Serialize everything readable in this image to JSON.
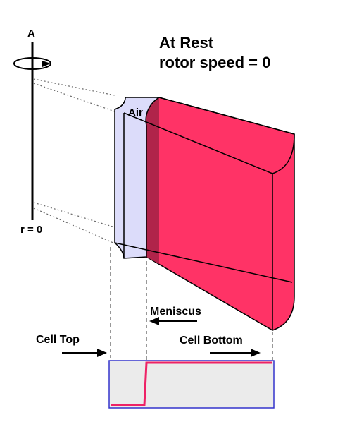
{
  "labels": {
    "axis": "A",
    "status": "At Rest",
    "rotor_speed": "rotor speed = 0",
    "air": "Air",
    "radius_origin": "r = 0",
    "meniscus": "Meniscus",
    "cell_top": "Cell Top",
    "cell_bottom": "Cell Bottom"
  },
  "colors": {
    "solution": "#ff3366",
    "solution_dark": "#b0244a",
    "air": "#dcdcfa",
    "plot_fill": "#ebebeb",
    "plot_border": "#3333cc",
    "plot_line": "#ee2266"
  }
}
